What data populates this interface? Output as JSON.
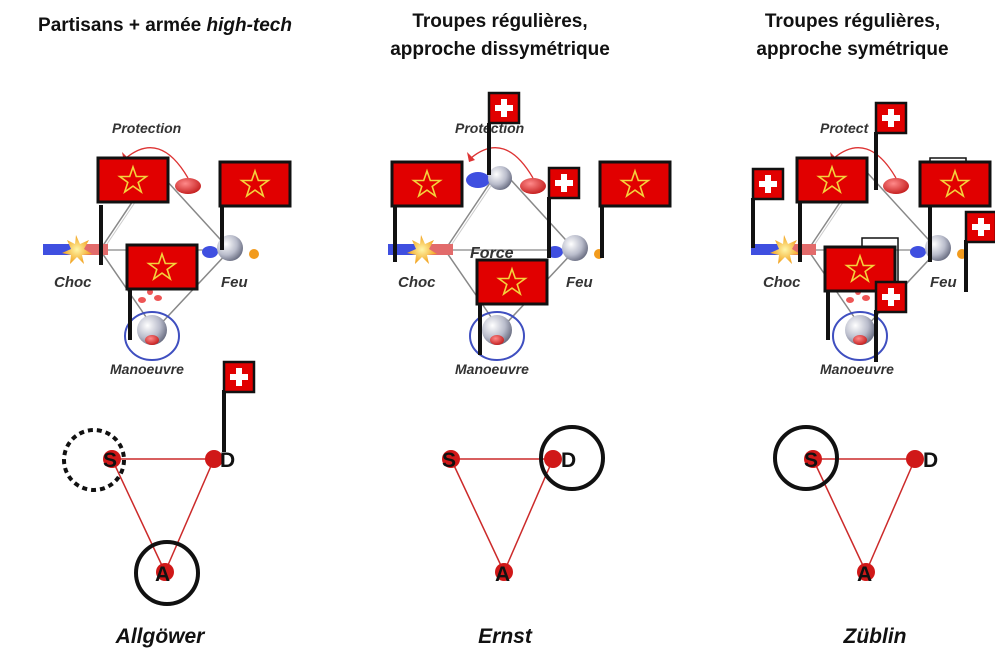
{
  "panels": [
    {
      "title_main": "Partisans + armée ",
      "title_italic": "high-tech",
      "labels": {
        "protection": "Protection",
        "choc": "Choc",
        "feu": "Feu",
        "force": "",
        "manoeuvre": "Manoeuvre"
      },
      "triangle": {
        "s": "S",
        "d": "D",
        "a": "A"
      },
      "name": "Allgöwer"
    },
    {
      "title_line1": "Troupes régulières,",
      "title_line2": "approche dissymétrique",
      "labels": {
        "protection": "Protection",
        "choc": "Choc",
        "feu": "Feu",
        "force": "Force",
        "manoeuvre": "Manoeuvre"
      },
      "triangle": {
        "s": "S",
        "d": "D",
        "a": "A"
      },
      "name": "Ernst"
    },
    {
      "title_line1": "Troupes régulières,",
      "title_line2": "approche symétrique",
      "labels": {
        "protection": "Protect",
        "choc": "Choc",
        "feu": "Feu",
        "manoeuvre": "Manoeuvre"
      },
      "triangle": {
        "s": "S",
        "d": "D",
        "a": "A"
      },
      "name": "Züblin"
    }
  ],
  "colors": {
    "red_flag": "#e10000",
    "star": "#f4d23c",
    "swiss_cross": "#ffffff",
    "triangle_line": "#cc2a2a",
    "node": "#d01818"
  }
}
